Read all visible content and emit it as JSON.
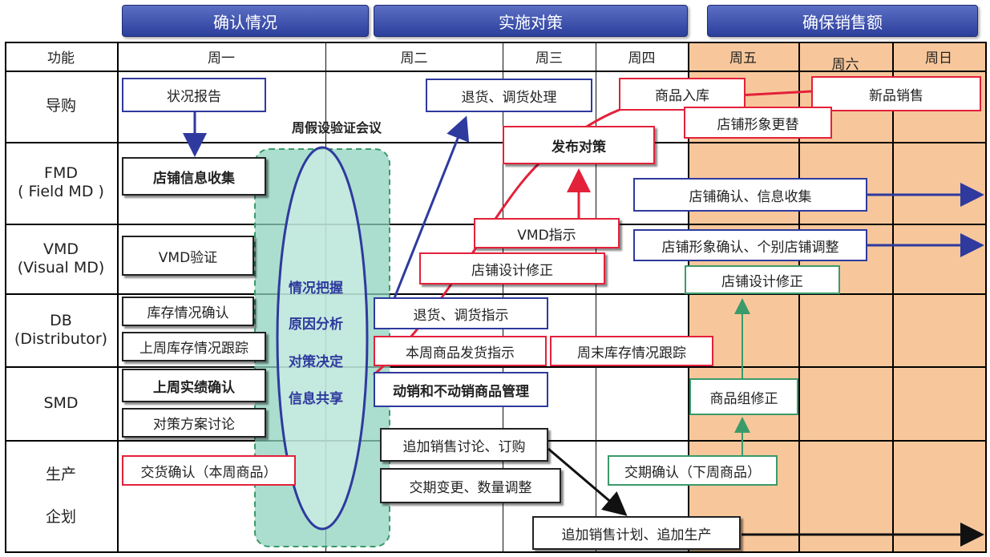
{
  "phases": [
    "确认情况",
    "实施对策",
    "确保销售额"
  ],
  "header": {
    "func": "功能",
    "days": [
      "周一",
      "周二",
      "周三",
      "周四",
      "周五",
      "周六",
      "周日"
    ]
  },
  "rows": {
    "guide": "导购",
    "fmd_1": "FMD",
    "fmd_2": "( Field MD )",
    "vmd_1": "VMD",
    "vmd_2": "(Visual MD)",
    "db_1": "DB",
    "db_2": "(Distributor)",
    "smd": "SMD",
    "prod_1": "生产",
    "prod_2": "企划"
  },
  "meeting_label": "周假设验证会议",
  "oval_items": [
    "情况把握",
    "原因分析",
    "对策决定",
    "信息共享"
  ],
  "boxes": {
    "status_report": "状况报告",
    "store_info_collect": "店铺信息收集",
    "vmd_verify": "VMD验证",
    "inventory_confirm": "库存情况确认",
    "last_week_inventory": "上周库存情况跟踪",
    "last_week_results": "上周实绩确认",
    "plan_discussion": "对策方案讨论",
    "delivery_confirm": "交货确认（本周商品）",
    "return_handling": "退货、调货处理",
    "product_arrival": "商品入库",
    "new_product_sales": "新品销售",
    "store_image_update": "店铺形象更替",
    "publish_measures": "发布对策",
    "store_confirm_collect": "店铺确认、信息收集",
    "vmd_instruction": "VMD指示",
    "store_image_confirm": "店铺形象确认、个别店铺调整",
    "store_design_fix_red": "店铺设计修正",
    "store_design_fix_green": "店铺设计修正",
    "return_instruction": "退货、调货指示",
    "shipping_instruction": "本周商品发货指示",
    "weekend_inventory": "周末库存情况跟踪",
    "moving_goods_mgmt": "动销和不动销商品管理",
    "product_group_fix": "商品组修正",
    "add_sales_order": "追加销售讨论、订购",
    "delivery_change": "交期变更、数量调整",
    "delivery_confirm_next": "交期确认（下周商品）",
    "add_sales_plan": "追加销售计划、追加生产"
  },
  "colors": {
    "phase_bar": "#3a4db0",
    "blue": "#2e3a9e",
    "red": "#e3213a",
    "green": "#3a9a6a",
    "weekend_fill": "#f7c79b",
    "oval_fill": "#8fd3bf"
  }
}
